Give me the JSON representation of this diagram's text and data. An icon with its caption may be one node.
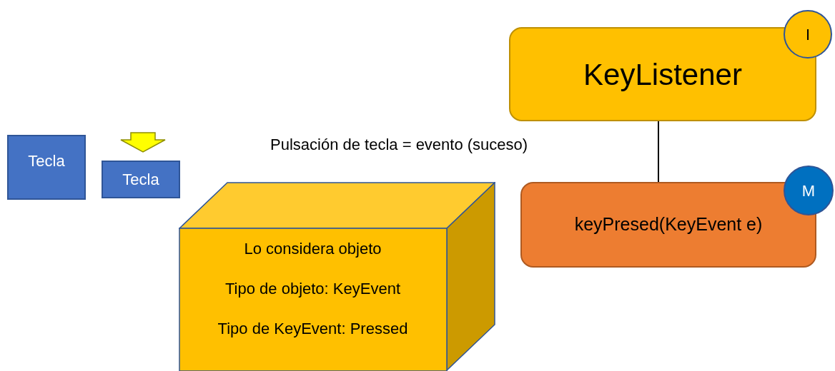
{
  "diagram": {
    "nodes": [
      {
        "text": [
          "KeyListener"
        ]
      },
      {
        "text": [
          "I"
        ]
      },
      {
        "text": [
          "keyPresed(KeyEvent e)"
        ]
      },
      {
        "text": [
          "M"
        ]
      },
      {
        "text": [
          "Tecla"
        ]
      },
      {
        "text": [
          "Tecla"
        ]
      },
      {
        "text": [
          "Lo considera objeto",
          "Tipo de objeto: KeyEvent",
          "Tipo de KeyEvent: Pressed"
        ]
      }
    ],
    "edges": [
      {
        "from": 0,
        "to": 2,
        "arrow": "none"
      }
    ],
    "labels": [
      "Pulsación de tecla = evento (suceso)"
    ]
  }
}
